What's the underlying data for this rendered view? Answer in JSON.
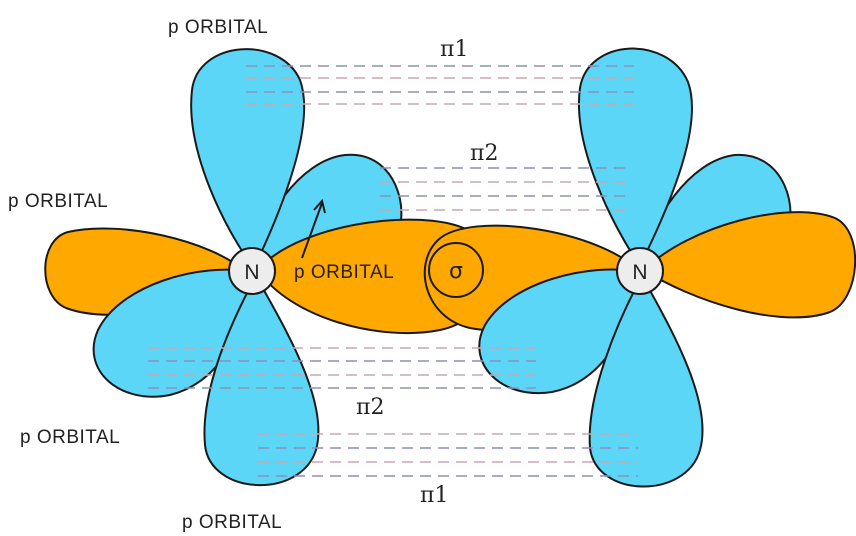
{
  "colors": {
    "orange_lobe": "#FFA800",
    "blue_lobe": "#5BD6F6",
    "outline": "#1a1a1a",
    "nucleus": "#EDEDED",
    "dash_a": "#8C8FB8",
    "dash_b": "#C9A7B2"
  },
  "labels": {
    "p_orbital_top": "p ORBITAL",
    "p_orbital_left": "p ORBITAL",
    "p_orbital_center": "p ORBITAL",
    "p_orbital_lower_left": "p ORBITAL",
    "p_orbital_bottom": "p ORBITAL",
    "sigma": "σ",
    "nitrogen_left": "N",
    "nitrogen_right": "N",
    "pi1_top": "π1",
    "pi2_upper": "π2",
    "pi2_lower": "π2",
    "pi1_bottom": "π1"
  }
}
